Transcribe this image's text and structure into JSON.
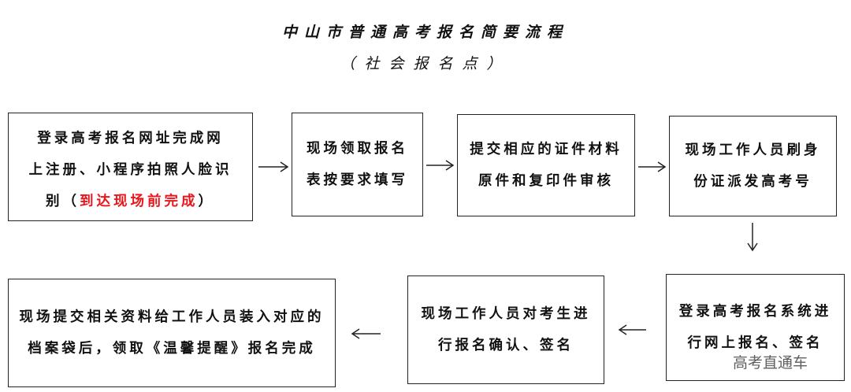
{
  "title": "中山市普通高考报名简要流程",
  "subtitle": "（社会报名点）",
  "steps": {
    "s1": {
      "line1": "登录高考报名网址完成网",
      "line2": "上注册、小程序拍照人脸识",
      "line3a": "别（",
      "line3red": "到达现场前完成",
      "line3b": "）"
    },
    "s2": {
      "text": "现场领取报名表按要求填写"
    },
    "s3": {
      "text": "提交相应的证件材料原件和复印件审核"
    },
    "s4": {
      "text": "现场工作人员刷身份证派发高考号"
    },
    "s5": {
      "text": "登录高考报名系统进行网上报名、签名"
    },
    "s6": {
      "text": "现场工作人员对考生进行报名确认、签名"
    },
    "s7": {
      "text": "现场提交相关资料给工作人员装入对应的档案袋后，领取《温馨提醒》报名完成"
    }
  },
  "watermark": {
    "text": "高考直通车",
    "icon": "watermark-logo-icon"
  },
  "colors": {
    "highlight": "#e8161b",
    "border": "#222222",
    "text": "#111111"
  }
}
